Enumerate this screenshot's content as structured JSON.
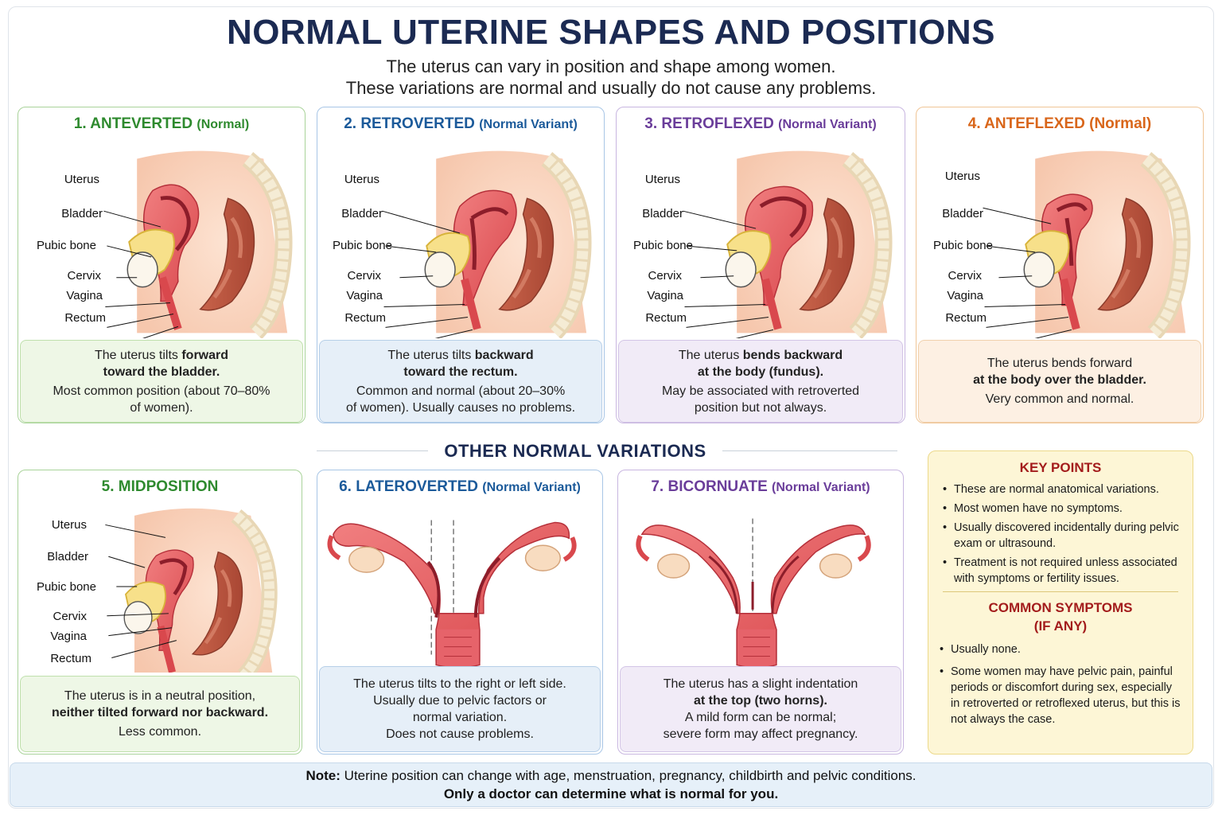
{
  "header": {
    "title": "NORMAL UTERINE SHAPES AND POSITIONS",
    "subtitle_line1": "The uterus can vary in position and shape among women.",
    "subtitle_line2": "These variations are normal and usually do not cause any problems."
  },
  "anatomy_labels": {
    "uterus": "Uterus",
    "bladder": "Bladder",
    "pubic_bone": "Pubic bone",
    "cervix": "Cervix",
    "vagina": "Vagina",
    "rectum": "Rectum"
  },
  "cards": [
    {
      "title": "1. ANTEVERTED",
      "variant": "(Normal)",
      "color": "#2e8a2e",
      "desc_bold": "The uterus tilts forward toward the bladder.",
      "desc_line1_plain": "The uterus tilts ",
      "desc_line1_bold": "forward",
      "desc_line2_bold": "toward the bladder.",
      "desc_line3": "Most common position (about 70–80%",
      "desc_line4": "of women)."
    },
    {
      "title": "2. RETROVERTED",
      "variant": "(Normal Variant)",
      "color": "#1b5a9a",
      "desc_line1_plain": "The uterus tilts ",
      "desc_line1_bold": "backward",
      "desc_line2_bold": "toward the rectum.",
      "desc_line3": "Common and normal (about 20–30%",
      "desc_line4": "of women). Usually causes no problems."
    },
    {
      "title": "3. RETROFLEXED",
      "variant": "(Normal Variant)",
      "color": "#6a3d9a",
      "desc_line1_plain": "The uterus ",
      "desc_line1_bold": "bends backward",
      "desc_line2_bold": "at the body (fundus).",
      "desc_line3": "May be associated with retroverted",
      "desc_line4": "position but not always."
    },
    {
      "title": "4. ANTEFLEXED",
      "variant": "(Normal)",
      "color": "#d9661a",
      "desc_line1_plain": "The uterus bends forward",
      "desc_line1_bold": "",
      "desc_line2_bold": "at the body over the bladder.",
      "desc_line3": "Very common and normal.",
      "desc_line4": ""
    },
    {
      "title": "5. MIDPOSITION",
      "variant": "",
      "color": "#2e8a2e",
      "desc_line1_plain": "The uterus is in a neutral position,",
      "desc_line1_bold": "",
      "desc_line2_bold": "neither tilted forward nor backward.",
      "desc_line3": "Less common.",
      "desc_line4": ""
    },
    {
      "title": "6. LATEROVERTED",
      "variant": "(Normal Variant)",
      "color": "#1b5a9a",
      "desc_line1_plain": "The uterus tilts to the right or left side.",
      "desc_line2_plain": "Usually due to pelvic factors or",
      "desc_line3": "normal variation.",
      "desc_line4": "Does not cause problems."
    },
    {
      "title": "7. BICORNUATE",
      "variant": "(Normal Variant)",
      "color": "#6a3d9a",
      "desc_line1_plain": "The uterus has a slight indentation",
      "desc_line2_bold": "at the top (two horns).",
      "desc_line3": "A mild form can be normal;",
      "desc_line4": "severe form may affect pregnancy."
    }
  ],
  "section": {
    "other_title": "OTHER NORMAL VARIATIONS"
  },
  "key_points": {
    "title": "KEY POINTS",
    "items": [
      "These are normal anatomical variations.",
      "Most women have no symptoms.",
      "Usually discovered incidentally during pelvic exam or ultrasound.",
      "Treatment is not required unless associated with symptoms or fertility issues."
    ],
    "symptoms_title_1": "COMMON SYMPTOMS",
    "symptoms_title_2": "(IF ANY)",
    "symptoms": [
      "Usually none.",
      "Some women may have pelvic pain, painful periods or discomfort during sex, especially in retroverted or retroflexed uterus, but this is not always the case."
    ]
  },
  "note": {
    "label": "Note:",
    "line1": " Uterine position can change with age, menstruation, pregnancy, childbirth and pelvic conditions.",
    "line2": "Only a doctor can determine what is normal for you."
  },
  "colors": {
    "green": "#2e8a2e",
    "blue": "#1b5a9a",
    "purple": "#6a3d9a",
    "orange": "#d9661a",
    "navy": "#1b2a52",
    "red": "#a31c1c"
  }
}
